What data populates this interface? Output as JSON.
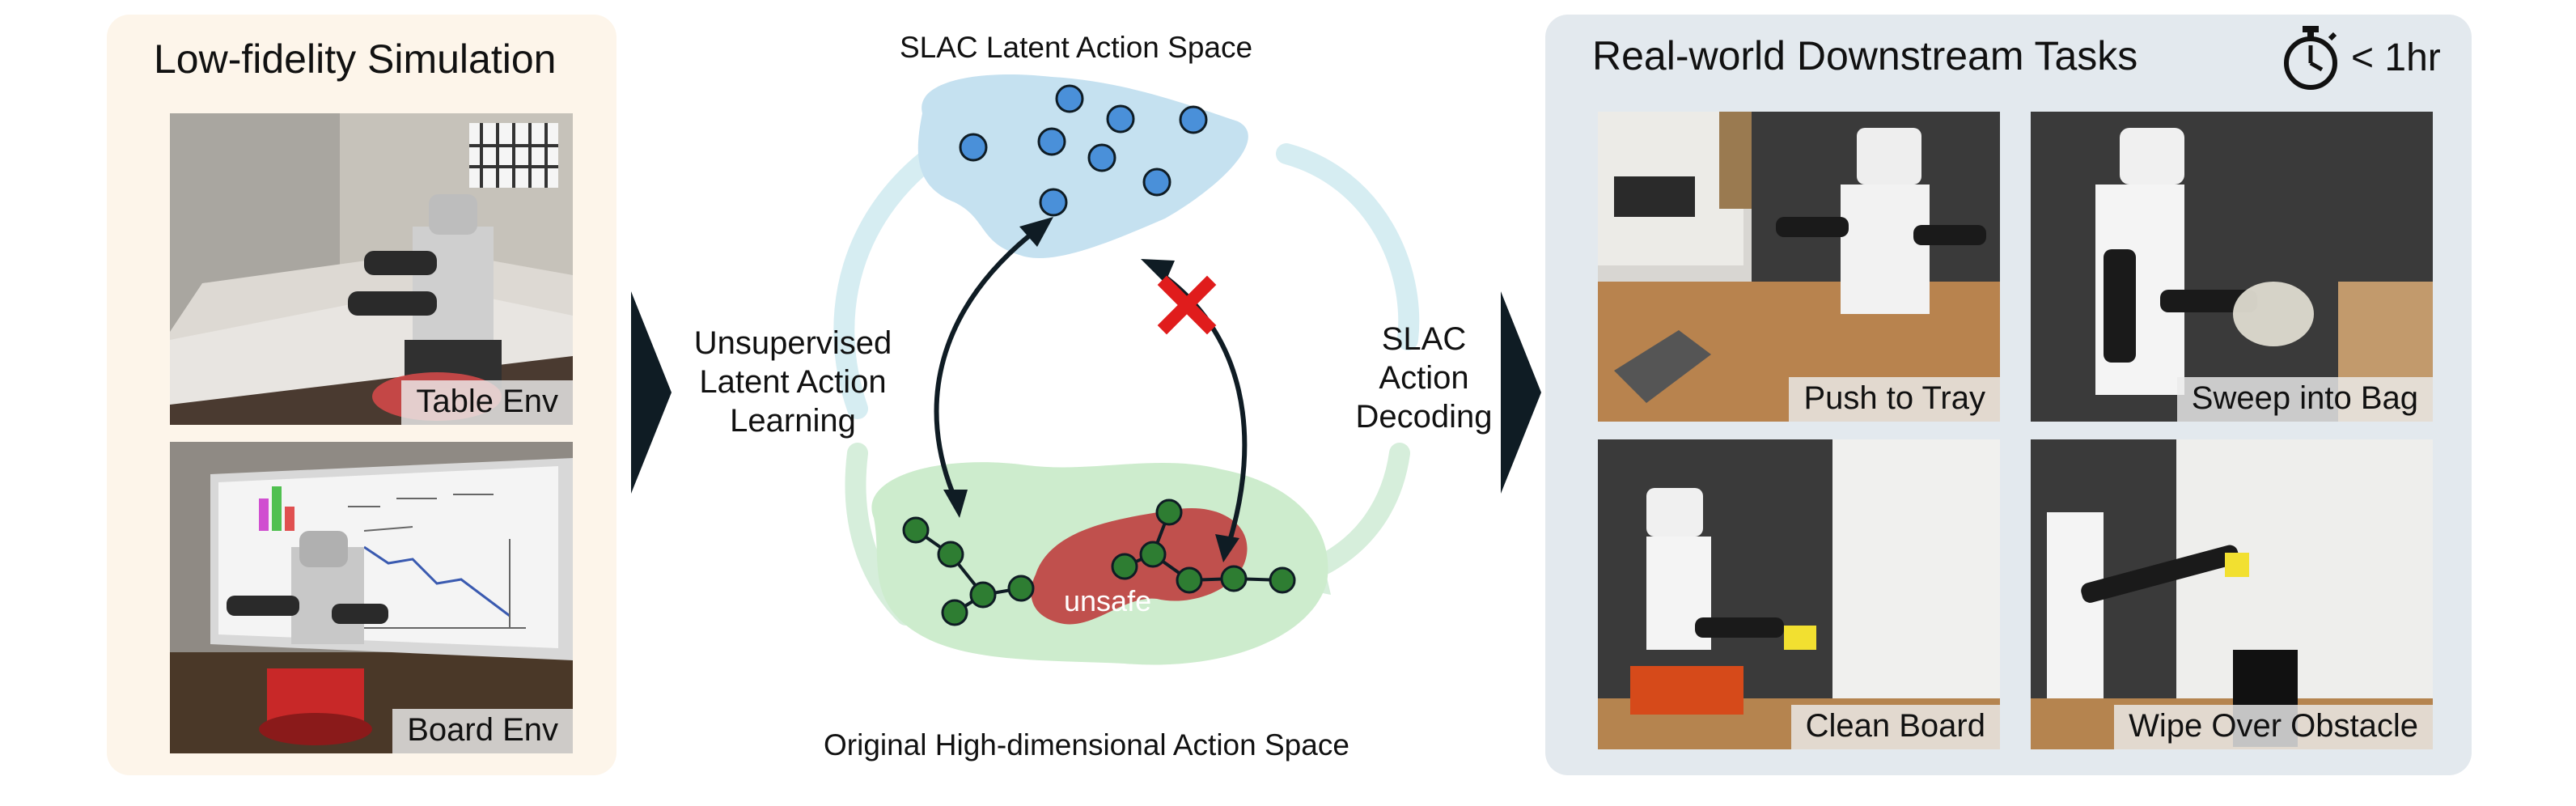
{
  "simulation": {
    "title": "Low-fidelity Simulation",
    "environments": [
      {
        "caption": "Table Env"
      },
      {
        "caption": "Board Env"
      }
    ]
  },
  "center": {
    "latent_space_label": "SLAC Latent Action Space",
    "original_space_label": "Original High-dimensional Action Space",
    "unsafe_label": "unsafe",
    "left_process": [
      "Unsupervised",
      "Latent Action",
      "Learning"
    ],
    "right_process": [
      "SLAC",
      "Action",
      "Decoding"
    ]
  },
  "realworld": {
    "title": "Real-world Downstream Tasks",
    "time_label": "< 1hr",
    "tasks": [
      {
        "caption": "Push to Tray"
      },
      {
        "caption": "Sweep into Bag"
      },
      {
        "caption": "Clean Board"
      },
      {
        "caption": "Wipe Over Obstacle"
      }
    ]
  },
  "icons": {
    "timer": "stopwatch-icon",
    "unsafe_mark": "cross-icon"
  },
  "colors": {
    "latent_blob": "#c5e1f0",
    "latent_node": "#4a90d9",
    "original_blob": "#cdeccd",
    "original_node": "#2e7d32",
    "unsafe_blob": "#c0504d",
    "cross": "#e01c1c",
    "flow_arrow": "#d6edf2"
  }
}
